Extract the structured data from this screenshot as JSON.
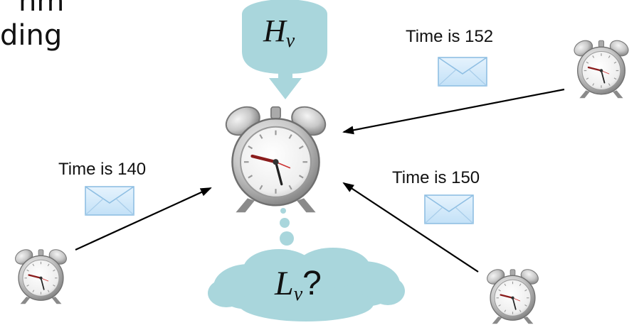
{
  "partial_text": {
    "line1": "hm",
    "line2": "ding"
  },
  "messages": [
    {
      "label": "Time is 152"
    },
    {
      "label": "Time is 140"
    },
    {
      "label": "Time is 150"
    }
  ],
  "high_bubble": {
    "var": "H",
    "sub": "v"
  },
  "low_bubble": {
    "var": "L",
    "sub": "v",
    "suffix": "?"
  },
  "colors": {
    "bubble": "#a9d6dc",
    "arrow": "#000000",
    "envelope_fill": "#d4ecfb",
    "envelope_stroke": "#8fbfe3",
    "clock_metal": "#b9b9b9",
    "clock_hand": "#8a1c1c"
  }
}
